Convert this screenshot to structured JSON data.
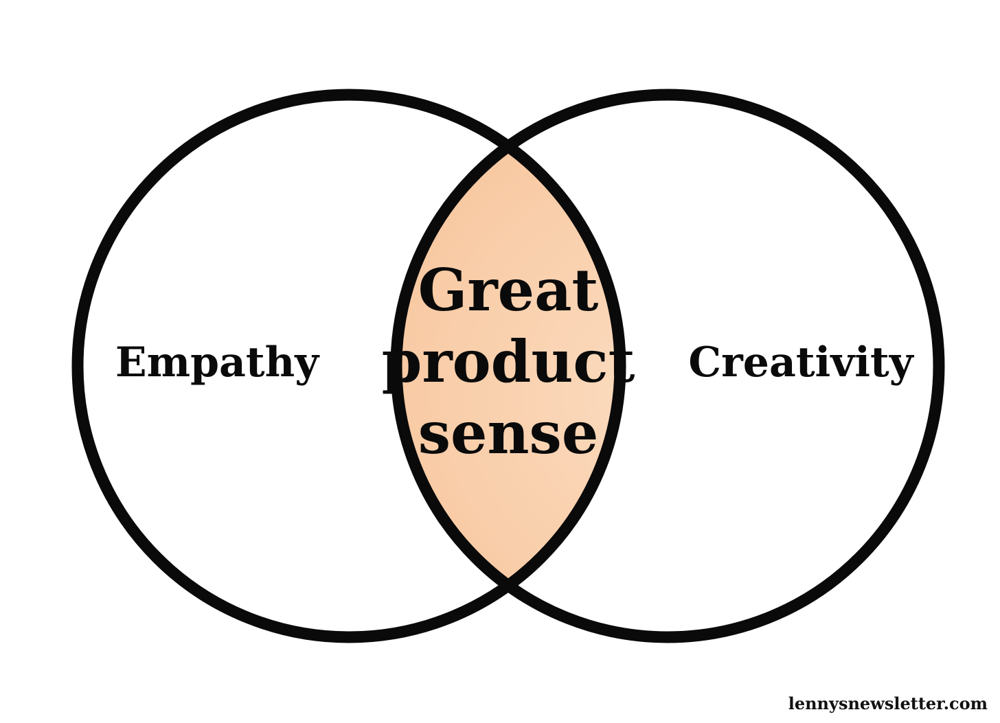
{
  "colors": {
    "outline": "#0a0a0a",
    "intersection_fill": "#f8c79f",
    "intersection_highlight": "#fbdcc0",
    "background": "#ffffff"
  },
  "left_circle": {
    "label": "Empathy"
  },
  "right_circle": {
    "label": "Creativity"
  },
  "intersection": {
    "label_lines": [
      "Great",
      "product",
      "sense"
    ]
  },
  "footer": {
    "watermark": "lennysnewsletter.com"
  }
}
